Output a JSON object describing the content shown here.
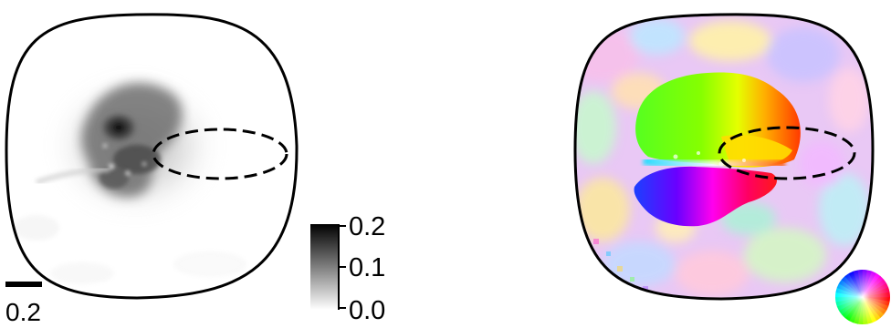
{
  "scale_bar": {
    "label": "0.2"
  },
  "magnitude_colorbar": {
    "tick_labels": [
      "0.2",
      "0.1",
      "0.0"
    ],
    "low_color": "#ffffff",
    "high_color": "#000000"
  },
  "magnitude_panel": {
    "background": "#ffffff",
    "outline_color": "#000000"
  },
  "phase_panel": {
    "outline_color": "#000000"
  },
  "phase_colorwheel": {
    "icon": "hue-color-wheel-icon"
  }
}
